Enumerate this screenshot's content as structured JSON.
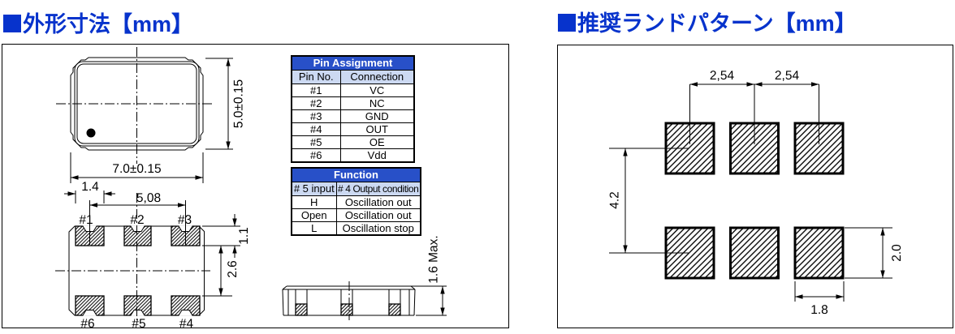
{
  "titles": {
    "bullet": "■",
    "left": "外形寸法【mm】",
    "right": "推奨ランドパターン【mm】"
  },
  "outline": {
    "width_dim": "7.0±0.15",
    "height_dim": "5.0±0.15",
    "pad_width_dim": "1.4",
    "pitch_dim": "5,08",
    "pad_height_dim": "1.1",
    "row_gap_dim": "2.6",
    "pins_top": [
      "#1",
      "#2",
      "#3"
    ],
    "pins_bottom": [
      "#6",
      "#5",
      "#4"
    ],
    "side_height_dim": "1.6 Max."
  },
  "pin_table": {
    "title": "Pin Assignment",
    "headers": [
      "Pin No.",
      "Connection"
    ],
    "rows": [
      [
        "#1",
        "VC"
      ],
      [
        "#2",
        "NC"
      ],
      [
        "#3",
        "GND"
      ],
      [
        "#4",
        "OUT"
      ],
      [
        "#5",
        "OE"
      ],
      [
        "#6",
        "Vdd"
      ]
    ]
  },
  "function_table": {
    "title": "Function",
    "headers": [
      "# 5 input",
      "# 4 Output condition"
    ],
    "rows": [
      [
        "H",
        "Oscillation out"
      ],
      [
        "Open",
        "Oscillation out"
      ],
      [
        "L",
        "Oscillation stop"
      ]
    ]
  },
  "land_pattern": {
    "pitch_dim_1": "2,54",
    "pitch_dim_2": "2,54",
    "row_pitch_dim": "4.2",
    "pad_height_dim": "2.0",
    "pad_width_dim": "1.8"
  },
  "colors": {
    "title_blue": "#0733cc",
    "table_header_blue": "#2850c8",
    "table_subheader_blue": "#ccd9f2"
  }
}
